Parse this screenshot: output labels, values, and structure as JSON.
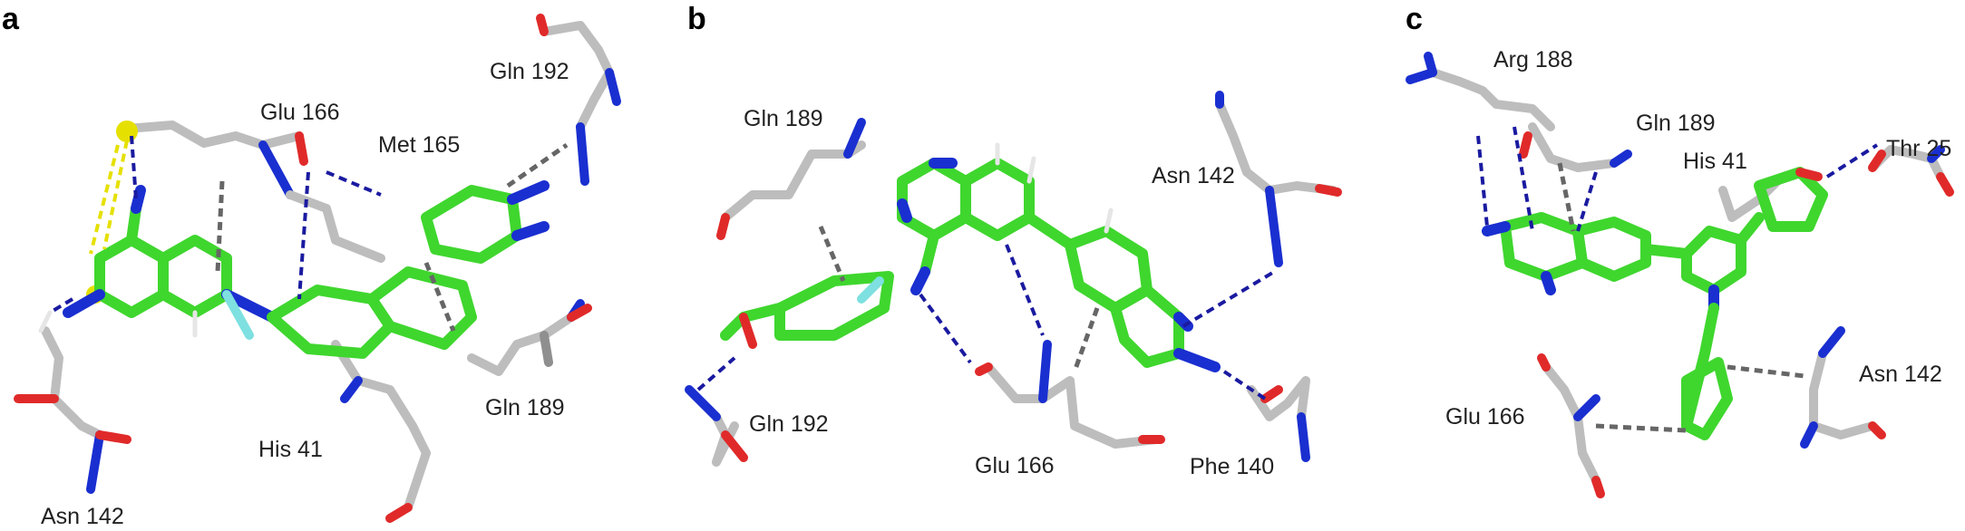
{
  "panels": [
    {
      "letter": "a",
      "labels": [
        "Glu 166",
        "Gln 192",
        "Met 165",
        "Gln 189",
        "His 41",
        "Asn 142"
      ]
    },
    {
      "letter": "b",
      "labels": [
        "Gln 189",
        "Asn 142",
        "Gln 192",
        "Glu 166",
        "Phe 140"
      ]
    },
    {
      "letter": "c",
      "labels": [
        "Arg 188",
        "Gln 189",
        "Thr 25",
        "His 41",
        "Asn 142",
        "Glu 166"
      ]
    }
  ],
  "colors": {
    "carbon_protein": "#bdbdbd",
    "carbon_ligand": "#3fd62e",
    "nitrogen": "#1a2fd0",
    "oxygen": "#e02a2a",
    "fluorine": "#7ee0e0",
    "sulfur": "#e6e000",
    "hbond": "#1a1aa0",
    "contact": "#666666"
  }
}
